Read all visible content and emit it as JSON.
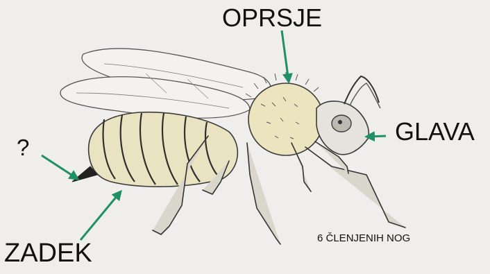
{
  "labels": {
    "thorax": "OPRSJE",
    "head": "GLAVA",
    "stinger": "?",
    "abdomen": "ZADEK",
    "legs": "6 ČLENJENIH NOG"
  },
  "colors": {
    "background": "#efeeec",
    "arrow": "#1f8f6a",
    "pencil": "#3a3a3a",
    "body_fill": "#e9e3c2"
  }
}
